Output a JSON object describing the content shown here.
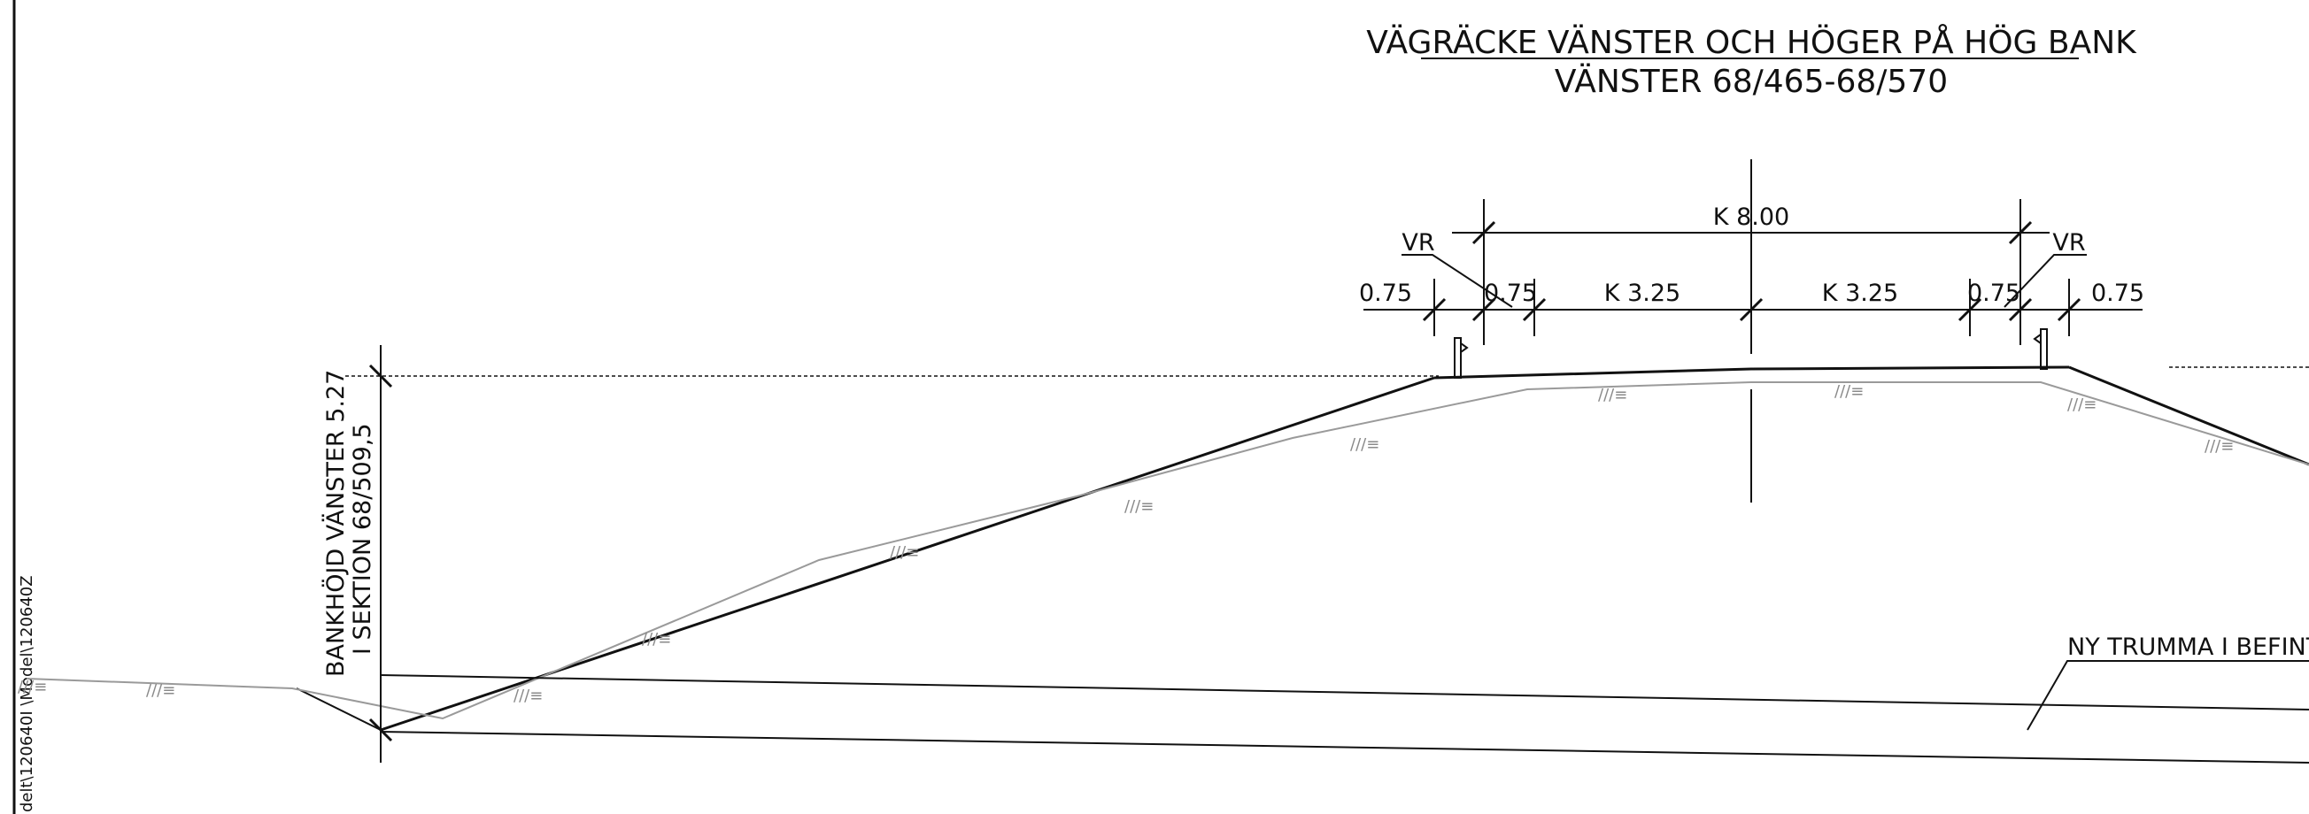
{
  "title": {
    "line1": "VÄGRÄCKE VÄNSTER OCH HÖGER PÅ HÖG BANK",
    "line2": "VÄNSTER 68/465-68/570"
  },
  "dimensions": {
    "overall": "K 8.00",
    "left_outer": "0.75",
    "left_inner": "0.75",
    "left_lane": "K 3.25",
    "right_lane": "K 3.25",
    "right_inner": "0.75",
    "right_outer": "0.75"
  },
  "guardrail": {
    "left_label": "VR",
    "right_label": "VR"
  },
  "bank_height": {
    "line1": "BANKHÖJD VÄNSTER 5.27",
    "line2": "I SEKTION 68/509,5"
  },
  "culvert": {
    "label": "NY TRUMMA I BEFINTLIGT"
  },
  "margin_text": "delt\\120640I  \\Model\\120640Z",
  "terrain_symbol": "///≡"
}
